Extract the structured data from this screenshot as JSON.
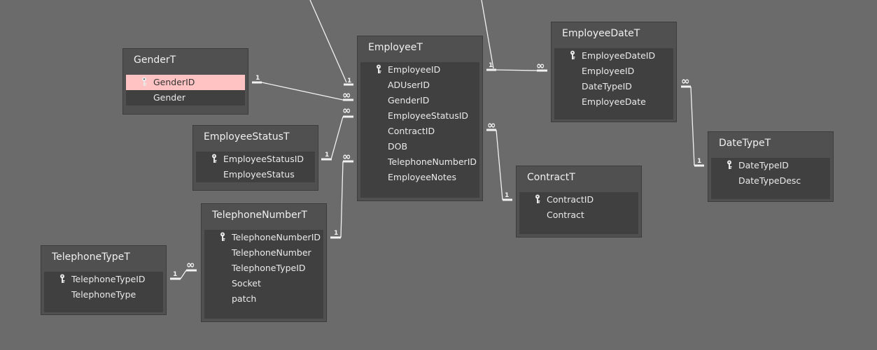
{
  "colors": {
    "canvas": "#6b6b6b",
    "table_bg": "#505050",
    "field_area_bg": "#404040",
    "selected_field_bg": "#ffc3c3",
    "line": "#f2f2f2"
  },
  "icons": {
    "primary_key": "key-icon"
  },
  "tables": {
    "gender": {
      "title": "GenderT",
      "fields": [
        "GenderID",
        "Gender"
      ],
      "selected": "GenderID"
    },
    "employee_status": {
      "title": "EmployeeStatusT",
      "fields": [
        "EmployeeStatusID",
        "EmployeeStatus"
      ]
    },
    "telephone_number": {
      "title": "TelephoneNumberT",
      "fields": [
        "TelephoneNumberID",
        "TelephoneNumber",
        "TelephoneTypeID",
        "Socket",
        "patch"
      ]
    },
    "telephone_type": {
      "title": "TelephoneTypeT",
      "fields": [
        "TelephoneTypeID",
        "TelephoneType"
      ]
    },
    "employee": {
      "title": "EmployeeT",
      "fields": [
        "EmployeeID",
        "ADUserID",
        "GenderID",
        "EmployeeStatusID",
        "ContractID",
        "DOB",
        "TelephoneNumberID",
        "EmployeeNotes"
      ]
    },
    "employee_date": {
      "title": "EmployeeDateT",
      "fields": [
        "EmployeeDateID",
        "EmployeeID",
        "DateTypeID",
        "EmployeeDate"
      ]
    },
    "contract": {
      "title": "ContractT",
      "fields": [
        "ContractID",
        "Contract"
      ]
    },
    "date_type": {
      "title": "DateTypeT",
      "fields": [
        "DateTypeID",
        "DateTypeDesc"
      ]
    }
  },
  "cardinality": {
    "one": "1",
    "many": "∞"
  }
}
